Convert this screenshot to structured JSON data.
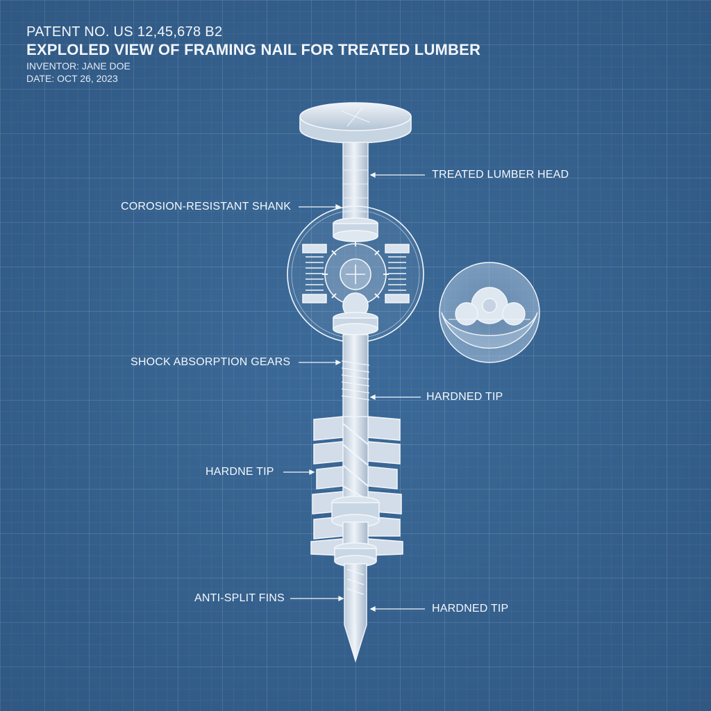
{
  "header": {
    "patent_number": "PATENT NO. US 12,45,678 B2",
    "title": "EXPLOLED VIEW OF FRAMING NAIL FOR TREATED LUMBER",
    "inventor": "INVENTOR: JANE DOE",
    "date": "DATE: OCT 26, 2023"
  },
  "callouts": {
    "head": "TREATED LUMBER HEAD",
    "shank": "COROSION-RESISTANT SHANK",
    "gears": "SHOCK ABSORPTION GEARS",
    "tip_upper": "HARDNED TIP",
    "tip_garbled": "HARDNE TIP",
    "fins": "ANTI-SPLIT FINS",
    "tip_lower": "HARDNED TIP"
  },
  "colors": {
    "background": "#3a6896",
    "line": "#f2f6fb",
    "fill": "#d9e3ee"
  }
}
